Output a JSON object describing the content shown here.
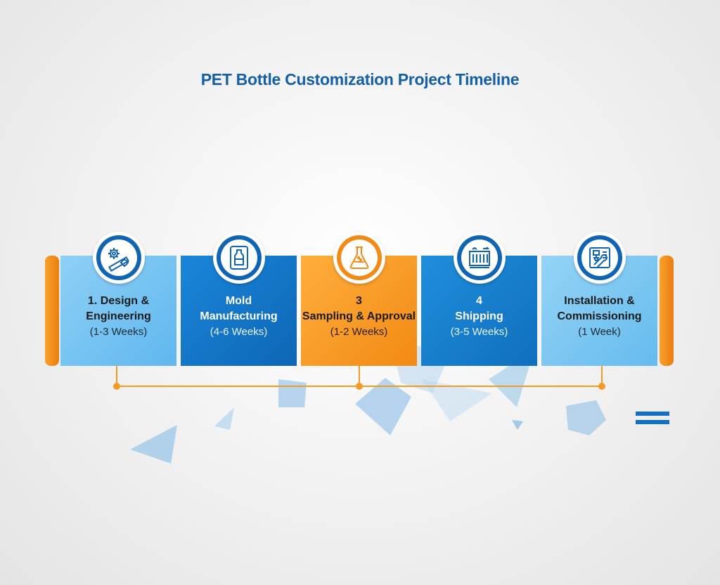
{
  "title": "PET Bottle Customization Project Timeline",
  "colors": {
    "title": "#145fa8",
    "accent_orange": "#f28a15",
    "light_blue": "#6dbff0",
    "dark_blue": "#0f6fbe",
    "connector": "#f29b26"
  },
  "stages": [
    {
      "label": "1. Design &\nEngineering",
      "duration": "(1-3 Weeks)",
      "icon": "gear-ruler-icon"
    },
    {
      "label": "Mold\nManufacturing",
      "duration": "(4-6 Weeks)",
      "icon": "bottle-mold-icon"
    },
    {
      "label": "3\nSampling & Approval",
      "duration": "(1-2 Weeks)",
      "icon": "flask-icon"
    },
    {
      "label": "4\nShipping",
      "duration": "(3-5 Weeks)",
      "icon": "shipping-container-icon"
    },
    {
      "label": "Installation &\nCommissioning",
      "duration": "(1 Week)",
      "icon": "machine-wrench-icon"
    }
  ],
  "menu_icon": "hamburger-menu-icon"
}
